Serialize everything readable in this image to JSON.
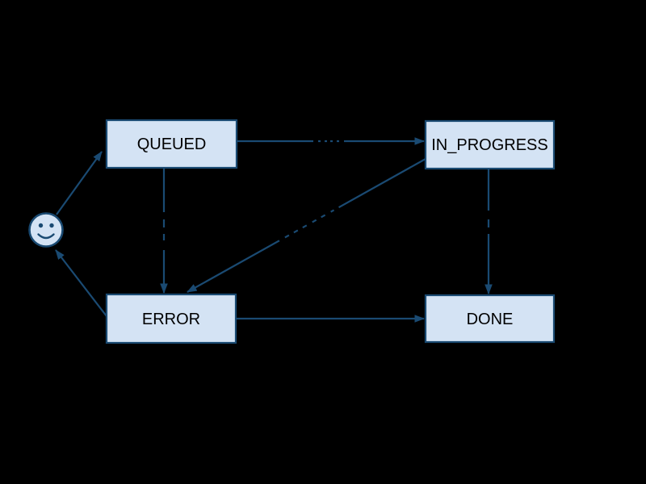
{
  "diagram": {
    "type": "state-machine",
    "background_color": "#000000",
    "colors": {
      "node_fill": "#d4e3f4",
      "stroke": "#1a4a72",
      "node_text": "#000000",
      "edge_label_text": "#000000"
    },
    "nodes": {
      "start": {
        "shape": "smiley",
        "label": ""
      },
      "queued": {
        "shape": "rect",
        "label": "QUEUED"
      },
      "in_progress": {
        "shape": "rect",
        "label": "IN_PROGRESS"
      },
      "error": {
        "shape": "rect",
        "label": "ERROR"
      },
      "done": {
        "shape": "rect",
        "label": "DONE"
      }
    },
    "edges": [
      {
        "from": "start",
        "to": "queued",
        "label": ""
      },
      {
        "from": "queued",
        "to": "in_progress",
        "label": "",
        "label_obscured": true
      },
      {
        "from": "queued",
        "to": "error",
        "label": "",
        "label_obscured": true
      },
      {
        "from": "in_progress",
        "to": "error",
        "label": "",
        "label_obscured": true
      },
      {
        "from": "in_progress",
        "to": "done",
        "label": "",
        "label_obscured": true
      },
      {
        "from": "error",
        "to": "done",
        "label": ""
      },
      {
        "from": "error",
        "to": "start",
        "label": ""
      }
    ]
  }
}
